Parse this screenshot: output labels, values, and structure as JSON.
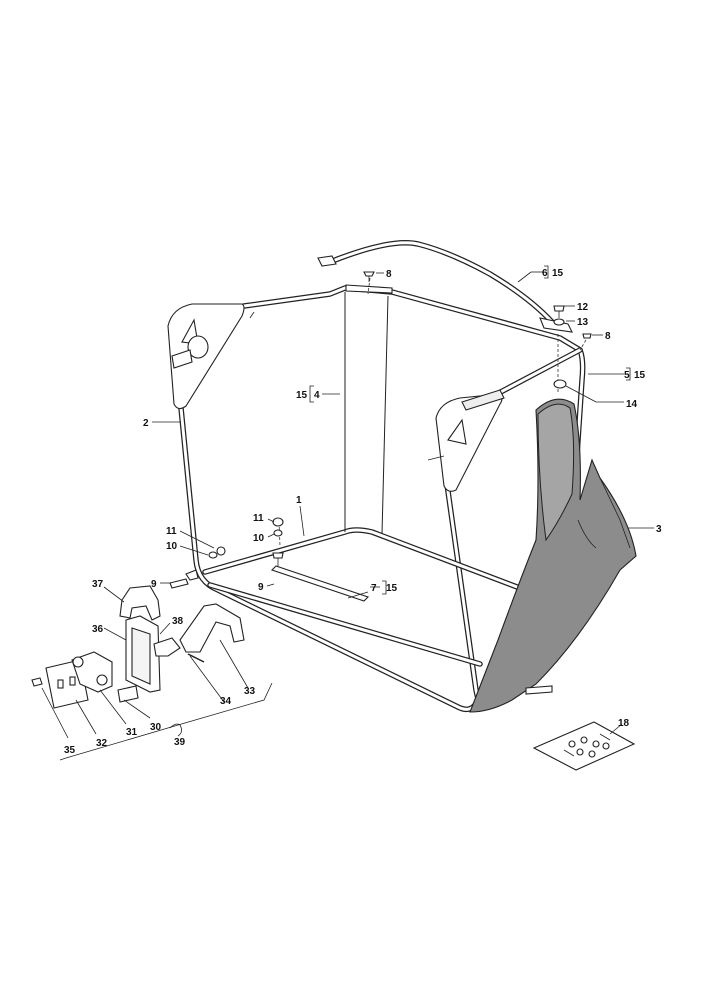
{
  "labels": {
    "l1": "1",
    "l2": "2",
    "l3": "3",
    "l4": "4",
    "l5": "5",
    "l6": "6",
    "l7": "7",
    "l8a": "8",
    "l8b": "8",
    "l9a": "9",
    "l9b": "9",
    "l10a": "10",
    "l10b": "10",
    "l11a": "11",
    "l11b": "11",
    "l12": "12",
    "l13": "13",
    "l14": "14",
    "l15a": "15",
    "l15b": "15",
    "l15c": "15",
    "l15d": "15",
    "l18": "18",
    "l30": "30",
    "l31": "31",
    "l32": "32",
    "l33": "33",
    "l34": "34",
    "l35": "35",
    "l36": "36",
    "l37": "37",
    "l38": "38",
    "l39": "39"
  }
}
